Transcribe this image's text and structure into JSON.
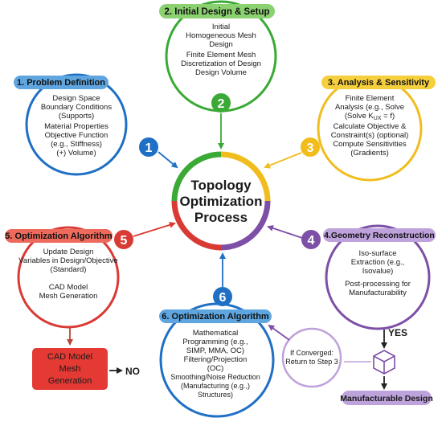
{
  "center": {
    "line1": "Topology",
    "line2": "Optimization",
    "line3": "Process"
  },
  "steps": {
    "s1": {
      "number": "1",
      "header": "1. Problem Definition",
      "lines": [
        "Design Space",
        "Boundary Conditions",
        "(Supports)",
        "Material Properties",
        "Objective Function",
        "(e.g., Stiffness)",
        "(+) Volume)"
      ]
    },
    "s2": {
      "number": "2",
      "header": "2. Initial Design & Setup",
      "lines": [
        "Initial",
        "Homogeneous Mesh",
        "Design",
        "Finite Element Mesh",
        "Discretization of Design",
        "Design Volume"
      ]
    },
    "s3": {
      "number": "3",
      "header": "3. Analysis & Sensitivity",
      "lines": [
        "Finite Element",
        "Analysis (e.g., Solve",
        "(Solve K",
        "UX",
        " = f)",
        "Calculate Objective &",
        "Constraint(s) (optional)",
        "Compute Sensitivities",
        "(Gradients)"
      ]
    },
    "s4": {
      "number": "4",
      "header": "4.Geometry Reconstruction",
      "lines": [
        "Iso-surface",
        "Extraction (e.g.,",
        "Isovalue)",
        "Post-processing for",
        "Manufacturability"
      ]
    },
    "s5": {
      "number": "5",
      "header": "5. Optimization Algorithm",
      "lines": [
        "Update Design",
        "Variables in Design/Objective",
        "(Standard)",
        "CAD Model",
        "Mesh Generation"
      ]
    },
    "s6": {
      "number": "6",
      "header": "6. Optimization Algorithm",
      "lines": [
        "Mathematical",
        "Programming (e.g.,",
        "SIMP, MMA, OC)",
        "Filtering/Projection",
        "(OC)",
        "Smoothing/Noise Reduction",
        "(Manufacturing (e.g.,)",
        "Structures)"
      ]
    }
  },
  "converge": {
    "line1": "If Converged:",
    "line2": "Return to Step 3"
  },
  "yes_label": "YES",
  "no_label": "NO",
  "cad_box": {
    "line1": "CAD Model",
    "line2": "Mesh",
    "line3": "Generation"
  },
  "manufacturable": "Manufacturable Design",
  "colors": {
    "blue": "#1f6fc5",
    "green": "#3aa935",
    "yellow": "#f1bd1d",
    "purple": "#7d4fa6",
    "red": "#d93a34",
    "lightblue": "#5fa6e0",
    "lightgreen": "#8bd16f",
    "lightyellow": "#f6cf3d",
    "lightpurple": "#bea2dc",
    "lightred": "#ee6a5c",
    "cad_red": "#e53a34"
  }
}
